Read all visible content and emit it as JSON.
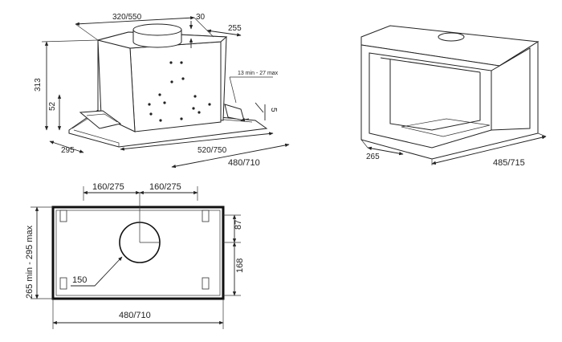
{
  "hood_view": {
    "top_length": "320/550",
    "duct_size": "30",
    "top_depth": "255",
    "height": "313",
    "side_height": "52",
    "projection": "13 min - 27 max",
    "lip": "5",
    "depth": "295",
    "base_length": "520/750",
    "total_width": "480/710"
  },
  "cabinet_view": {
    "depth": "265",
    "width": "485/715"
  },
  "cutout_view": {
    "left_spacing": "160/275",
    "right_spacing": "160/275",
    "height_range": "265 min - 295 max",
    "top_offset": "87",
    "bottom_offset": "168",
    "hole_diameter": "150",
    "width": "480/710"
  }
}
